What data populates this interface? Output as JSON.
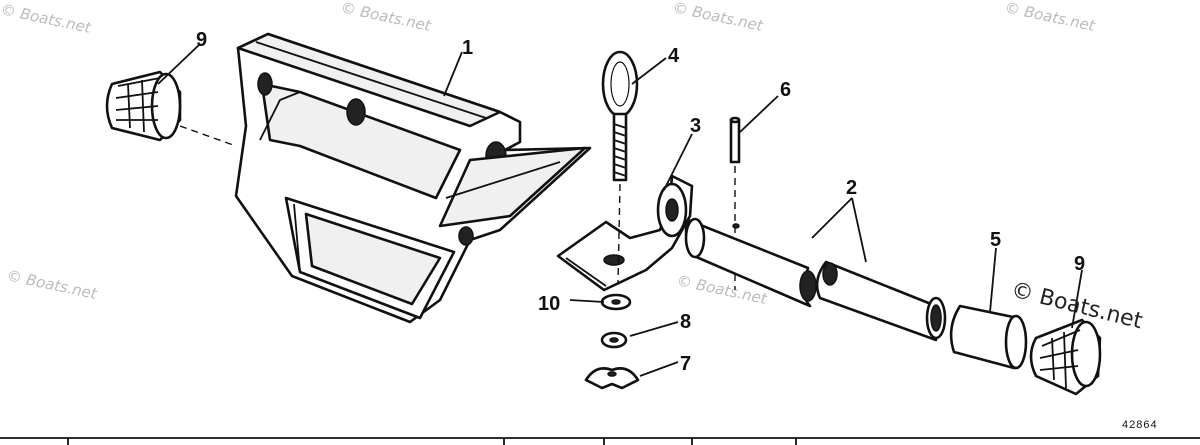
{
  "diagram": {
    "figure_number": "42864",
    "brand_label": "© Boats.net",
    "watermark": "© Boats.net",
    "callouts": [
      "1",
      "2",
      "3",
      "4",
      "5",
      "6",
      "7",
      "8",
      "9",
      "9",
      "10"
    ],
    "table_columns": [
      "",
      "",
      "",
      "",
      "",
      ""
    ]
  }
}
